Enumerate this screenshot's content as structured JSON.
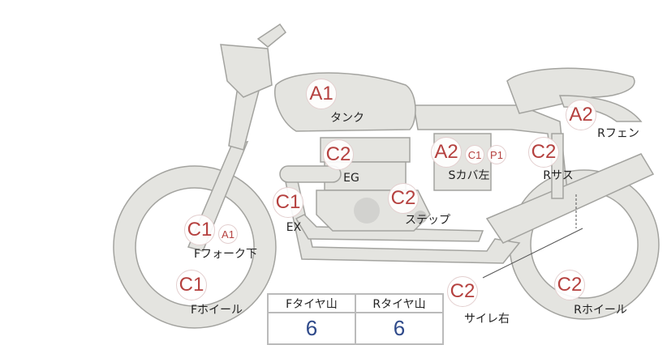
{
  "parts": [
    {
      "id": "tank",
      "grade": "A1",
      "label": "タンク"
    },
    {
      "id": "eg",
      "grade": "C2",
      "label": "EG"
    },
    {
      "id": "ex",
      "grade": "C1",
      "label": "EX"
    },
    {
      "id": "step",
      "grade": "C2",
      "label": "ステップ"
    },
    {
      "id": "scover",
      "grade": "A2",
      "extra": [
        "C1",
        "P1"
      ],
      "label": "Sカバ左"
    },
    {
      "id": "rsus",
      "grade": "C2",
      "label": "Rサス"
    },
    {
      "id": "rfender",
      "grade": "A2",
      "label": "Rフェン"
    },
    {
      "id": "ffork",
      "grade": "C1",
      "extra": [
        "A1"
      ],
      "label": "Fフォーク下"
    },
    {
      "id": "fwheel",
      "grade": "C1",
      "label": "Fホイール"
    },
    {
      "id": "muffler",
      "grade": "C2",
      "label": "サイレ右"
    },
    {
      "id": "rwheel",
      "grade": "C2",
      "label": "Rホイール"
    }
  ],
  "tire_table": {
    "headers": [
      "Fタイヤ山",
      "Rタイヤ山"
    ],
    "values": [
      "6",
      "6"
    ]
  },
  "colors": {
    "grade": "#b5413f",
    "value": "#2f4a8a",
    "body": "#e4e4e0",
    "outline": "#a0a09c"
  }
}
